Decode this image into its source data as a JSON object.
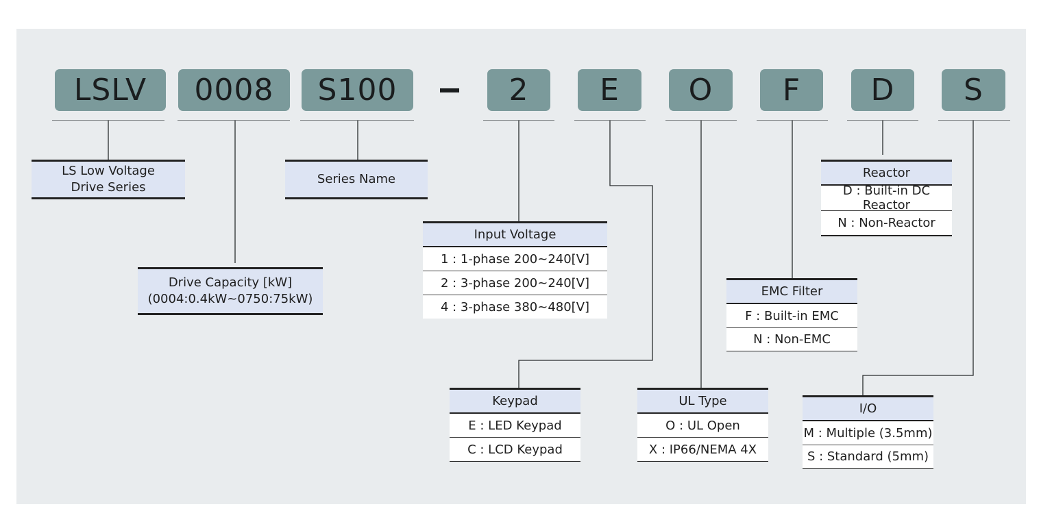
{
  "colors": {
    "panel_background": "#e9ecee",
    "code_box_fill": "#7b9a9b",
    "header_fill": "#dde4f3",
    "rule": "#222222"
  },
  "model_code": {
    "segments": [
      "LSLV",
      "0008",
      "S100",
      "2",
      "E",
      "O",
      "F",
      "D",
      "S"
    ],
    "separator": "–"
  },
  "tables": {
    "series": {
      "title_lines": [
        "LS Low Voltage",
        "Drive Series"
      ],
      "rows": []
    },
    "capacity": {
      "title_lines": [
        "Drive Capacity [kW]",
        "(0004:0.4kW~0750:75kW)"
      ],
      "rows": []
    },
    "series_name": {
      "title_lines": [
        "Series Name"
      ],
      "rows": []
    },
    "input_voltage": {
      "title_lines": [
        "Input Voltage"
      ],
      "rows": [
        "1 : 1-phase 200~240[V]",
        "2 : 3-phase 200~240[V]",
        "4 : 3-phase 380~480[V]"
      ]
    },
    "keypad": {
      "title_lines": [
        "Keypad"
      ],
      "rows": [
        "E : LED Keypad",
        "C : LCD Keypad"
      ]
    },
    "ul_type": {
      "title_lines": [
        "UL Type"
      ],
      "rows": [
        "O : UL Open",
        "X : IP66/NEMA 4X"
      ]
    },
    "emc_filter": {
      "title_lines": [
        "EMC Filter"
      ],
      "rows": [
        "F : Built-in EMC",
        "N : Non-EMC"
      ]
    },
    "reactor": {
      "title_lines": [
        "Reactor"
      ],
      "rows": [
        "D : Built-in DC Reactor",
        "N : Non-Reactor"
      ]
    },
    "io": {
      "title_lines": [
        "I/O"
      ],
      "rows": [
        "M : Multiple (3.5mm)",
        "S : Standard (5mm)"
      ]
    }
  }
}
